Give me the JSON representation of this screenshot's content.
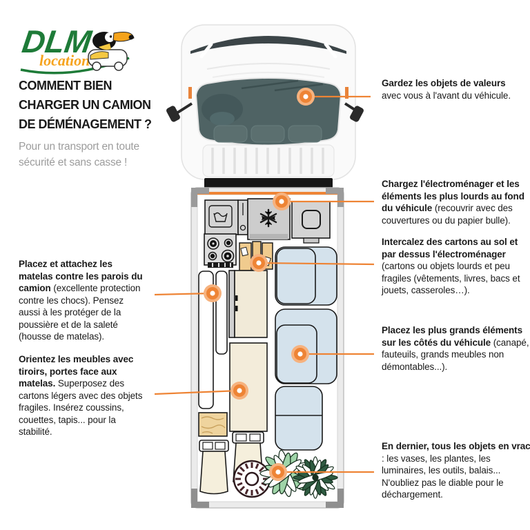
{
  "logo": {
    "brand": "DLM",
    "sub": "location"
  },
  "header": {
    "title_lines": [
      "COMMENT BIEN",
      "CHARGER UN CAMION",
      "DE DÉMÉNAGEMENT ?"
    ],
    "subtitle": "Pour un transport en toute sécurité et sans casse !"
  },
  "annotations": {
    "left": [
      {
        "bold": "Placez et attachez les matelas contre les parois du camion",
        "rest": " (excellente protection contre les chocs). Pensez aussi à les protéger de la poussière et de la saleté (housse de matelas)."
      },
      {
        "bold": "Orientez les meubles avec tiroirs, portes face aux matelas.",
        "rest": " Superposez des cartons légers avec des objets fragiles. Insérez coussins, couettes, tapis... pour la stabilité."
      }
    ],
    "right": [
      {
        "bold": "Gardez les objets de valeurs",
        "rest": " avec vous à l'avant du véhicule."
      },
      {
        "bold": "Chargez l'électroménager et les éléments les plus lourds au fond du véhicule",
        "rest": " (recouvrir avec des couvertures ou du papier bulle)."
      },
      {
        "bold": "Intercalez des cartons au sol et par dessus l'électroménager",
        "rest": " (cartons ou objets lourds et peu fragiles (vêtements, livres, bacs et jouets, casseroles…)."
      },
      {
        "bold": "Placez les plus grands éléments sur les côtés du véhicule",
        "rest": " (canapé, fauteuils, grands meubles non démontables...)."
      },
      {
        "bold": "En dernier, tous les objets en vrac",
        "rest": " : les vases, les plantes, les luminaires, les outils, balais... N'oubliez pas le diable pour le déchargement."
      }
    ]
  },
  "icons": {
    "truck-top-view": "van seen from above with cab, windshield, mirrors and cargo box",
    "washing-machine-icon": "gray square with laundry-tub symbol",
    "freezer-icon": "gray square with snowflake",
    "oven-icon": "gray square with rounded-frame symbol",
    "stove-icon": "gray square with four burners",
    "cardboard-boxes-icon": "tan boxes with labels",
    "mattress-icon": "tall white rounded rectangles",
    "wardrobe-icon": "cream cabinet with handles",
    "sofa-icon": "light blue cushion blocks",
    "chair-icon": "cream seat with slatted back",
    "basket-icon": "radial woven circle",
    "plants-icon": "leaf starbursts",
    "callout-marker": "orange dot with white center and leader line"
  },
  "colors": {
    "accent_orange": "#EE8435",
    "marker_halo": "#F6B27E",
    "sofa_blue": "#D4E2EC",
    "furniture_cream": "#F1EAD8",
    "box_tan": "#F0CB8E",
    "appliance_gray": "#D4D4D4",
    "windshield_teal": "#4F6364",
    "logo_green": "#1E7B38",
    "logo_orange": "#F6A41F",
    "title_black": "#1A1A1A",
    "subtitle_gray": "#9C9C9C"
  }
}
